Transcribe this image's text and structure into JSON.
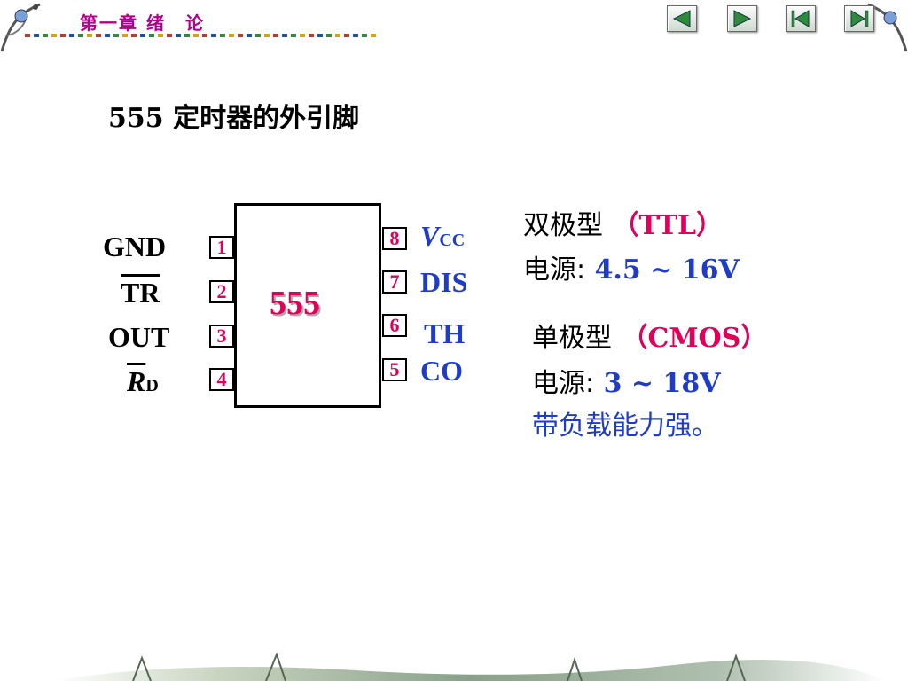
{
  "header": {
    "title": "第一章 绪　论"
  },
  "nav": {
    "buttons": [
      {
        "name": "previous",
        "icon": "triangle-left-icon"
      },
      {
        "name": "next",
        "icon": "triangle-right-icon"
      },
      {
        "name": "first",
        "icon": "skip-first-icon"
      },
      {
        "name": "last",
        "icon": "skip-last-icon"
      }
    ]
  },
  "slide": {
    "title": "555 定时器的外引脚"
  },
  "chip": {
    "label": "555",
    "pins_left": [
      {
        "number": "1",
        "name": "GND"
      },
      {
        "number": "2",
        "name": "TR"
      },
      {
        "number": "3",
        "name": "OUT"
      },
      {
        "number": "4",
        "name": "R",
        "sub": "D"
      }
    ],
    "pins_right": [
      {
        "number": "8",
        "name": "V",
        "sub": "CC"
      },
      {
        "number": "7",
        "name": "DIS"
      },
      {
        "number": "6",
        "name": "TH"
      },
      {
        "number": "5",
        "name": "CO"
      }
    ]
  },
  "info": {
    "bipolar_type": "双极型",
    "bipolar_tag": "（TTL）",
    "bipolar_supply_label": "电源:",
    "bipolar_supply_value": "4.5 ~ 16V",
    "cmos_type": "单极型",
    "cmos_tag": "（CMOS）",
    "cmos_supply_label": "电源:",
    "cmos_supply_value": "3 ~ 18V",
    "load_note": "带负载能力强。"
  },
  "colors": {
    "pink": "#e0005a",
    "blue": "#1e3cc8",
    "header": "#b0008a"
  }
}
